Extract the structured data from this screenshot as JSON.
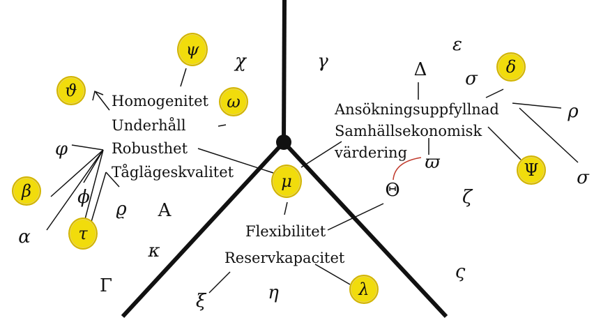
{
  "labels": {
    "homogenitet": "Homogenitet",
    "underhall": "Underhåll",
    "robusthet": "Robusthet",
    "taglageskvalitet": "Tågläges­kvalitet",
    "ansokning": "Ansökningsuppfyllnad",
    "samhall": "Samhällsekonomisk",
    "vardering": "värdering",
    "flexibilitet": "Flexibilitet",
    "reservkapacitet": "Reservkapacitet"
  },
  "symbols": {
    "chi": "χ",
    "gamma_small": "γ",
    "epsilon": "ε",
    "Delta": "Δ",
    "sigma1": "σ",
    "rho1": "ρ",
    "sigma2": "σ",
    "varpi": "ϖ",
    "Theta": "Θ",
    "zeta": "ζ",
    "varsigma": "ς",
    "varphi": "φ",
    "phi": "ϕ",
    "varrho": "ϱ",
    "alpha": "α",
    "Alpha": "Α",
    "kappa": "κ",
    "Gamma": "Γ",
    "xi": "ξ",
    "eta": "η"
  },
  "badges": {
    "psi": "ψ",
    "vartheta": "ϑ",
    "omega": "ω",
    "delta": "δ",
    "Psi": "Ψ",
    "mu": "μ",
    "beta": "β",
    "tau": "τ",
    "lambda": "λ"
  },
  "colors": {
    "badge_fill": "#f1dc0c",
    "badge_border": "#d2b500",
    "line": "#111111",
    "curve": "#c0392b"
  }
}
